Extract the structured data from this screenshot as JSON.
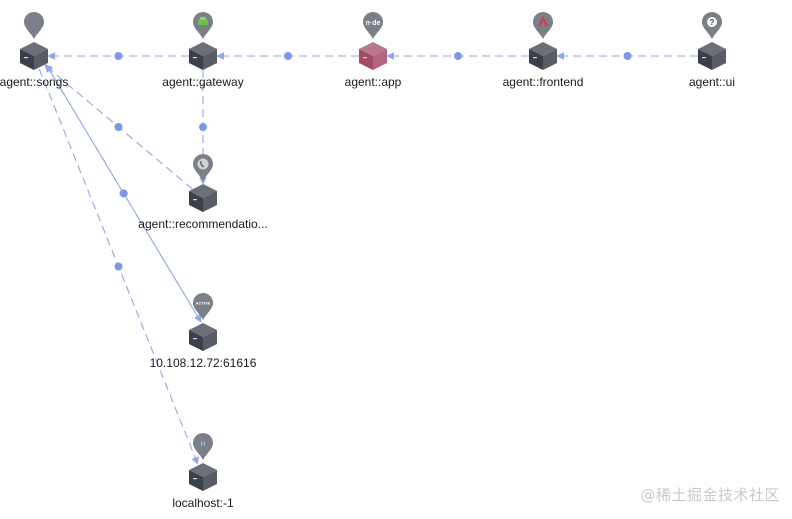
{
  "nodes": [
    {
      "id": "songs",
      "label": "agent::songs",
      "icon": "songs-service-icon",
      "color": "#3b3f4a",
      "pin_badge": ""
    },
    {
      "id": "gateway",
      "label": "agent::gateway",
      "icon": "gateway-service-icon",
      "color": "#3b3f4a",
      "pin_badge": ""
    },
    {
      "id": "app",
      "label": "agent::app",
      "icon": "nodejs-icon",
      "color": "#a34b66",
      "pin_badge": "n·de"
    },
    {
      "id": "frontend",
      "label": "agent::frontend",
      "icon": "angular-icon",
      "color": "#3b3f4a",
      "pin_badge": ""
    },
    {
      "id": "ui",
      "label": "agent::ui",
      "icon": "unknown-question-icon",
      "color": "#3b3f4a",
      "pin_badge": "?"
    },
    {
      "id": "recommendation",
      "label": "agent::recommendatio...",
      "icon": "phone-service-icon",
      "color": "#3b3f4a",
      "pin_badge": ""
    },
    {
      "id": "activemq",
      "label": "10.108.12.72:61616",
      "icon": "activemq-icon",
      "color": "#3b3f4a",
      "pin_badge": "ACTIVE"
    },
    {
      "id": "localhost",
      "label": "localhost:-1",
      "icon": "database-icon",
      "color": "#3b3f4a",
      "pin_badge": "H"
    }
  ],
  "edges": [
    {
      "from": "gateway",
      "to": "songs"
    },
    {
      "from": "app",
      "to": "gateway"
    },
    {
      "from": "frontend",
      "to": "app"
    },
    {
      "from": "ui",
      "to": "frontend"
    },
    {
      "from": "gateway",
      "to": "recommendation"
    },
    {
      "from": "recommendation",
      "to": "songs"
    },
    {
      "from": "songs",
      "to": "activemq"
    },
    {
      "from": "activemq",
      "to": "songs"
    },
    {
      "from": "songs",
      "to": "localhost"
    }
  ],
  "colors": {
    "edge": "#8fa6f0",
    "edge_dot": "#7e97ee",
    "pin": "#7a7f88",
    "cube_dark": "#3b3f4a"
  },
  "watermark": "@稀土掘金技术社区"
}
